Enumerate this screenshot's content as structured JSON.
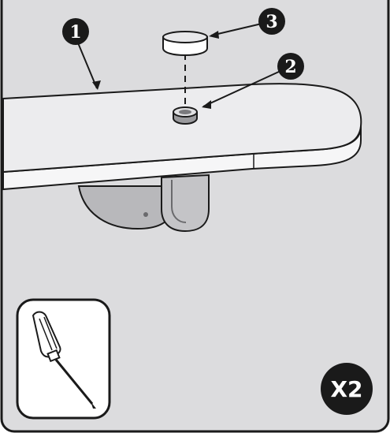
{
  "callouts": [
    {
      "id": "1",
      "label": "1"
    },
    {
      "id": "2",
      "label": "2"
    },
    {
      "id": "3",
      "label": "3"
    }
  ],
  "quantity_badge": "X2",
  "tool_icon": "screwdriver-icon",
  "colors": {
    "panel_bg": "#dcdcde",
    "outline": "#1a1a1a",
    "shelf_top": "#ececee",
    "shelf_edge": "#f6f6f7",
    "bracket": "#b8b8bb",
    "badge_fill": "#1a1a1a"
  }
}
